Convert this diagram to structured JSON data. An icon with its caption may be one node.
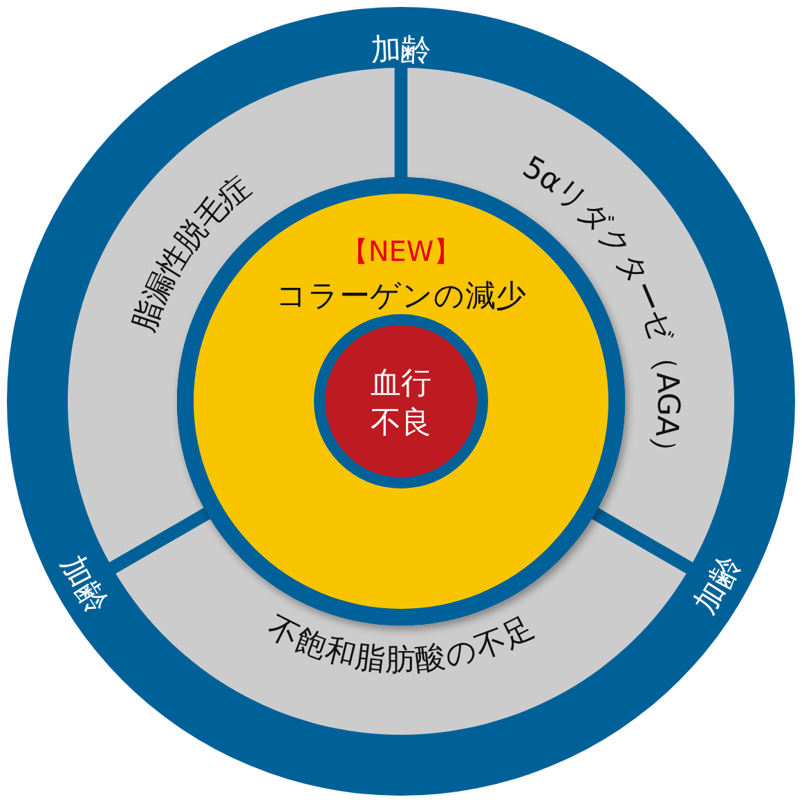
{
  "diagram": {
    "nodes": [
      {
        "text": [
          "加齢",
          "加齢",
          "加齢"
        ]
      },
      {
        "text": [
          "脂漏性脱毛症"
        ],
        "in": 0
      },
      {
        "text": [
          "5αリダクターゼ（AGA）"
        ],
        "in": 0
      },
      {
        "text": [
          "不飽和脂肪酸の不足"
        ],
        "in": 0
      },
      {
        "text": [
          "【NEW】",
          "コラーゲンの減少"
        ],
        "in": 0
      },
      {
        "text": [
          "血行不良"
        ],
        "in": 4
      }
    ]
  }
}
